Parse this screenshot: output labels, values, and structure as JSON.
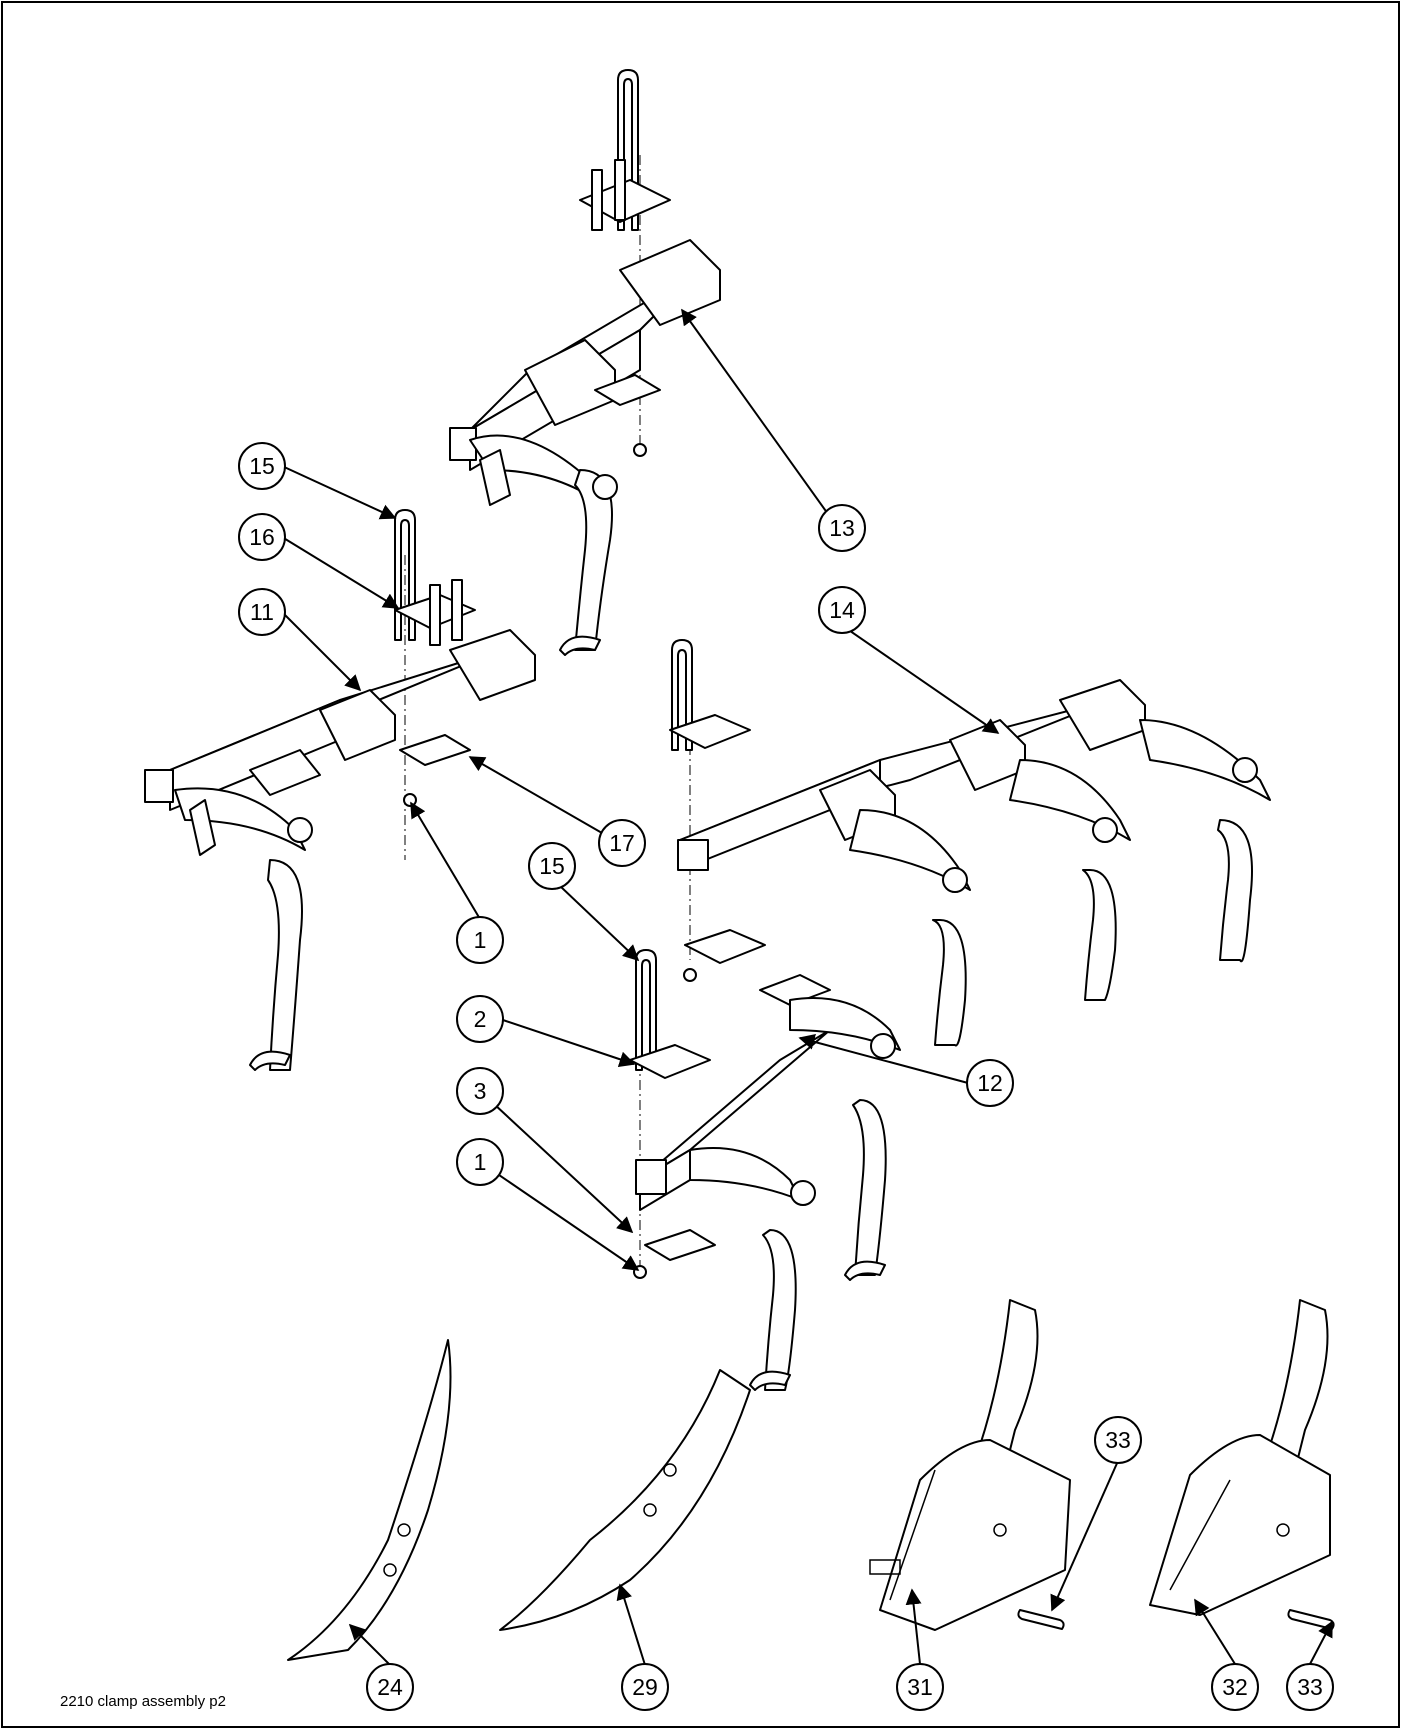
{
  "caption": "2210 clamp assembly p2",
  "callouts": [
    {
      "id": "c15a",
      "label": "15"
    },
    {
      "id": "c16",
      "label": "16"
    },
    {
      "id": "c11",
      "label": "11"
    },
    {
      "id": "c13",
      "label": "13"
    },
    {
      "id": "c14",
      "label": "14"
    },
    {
      "id": "c17",
      "label": "17"
    },
    {
      "id": "c1a",
      "label": "1"
    },
    {
      "id": "c15b",
      "label": "15"
    },
    {
      "id": "c2",
      "label": "2"
    },
    {
      "id": "c12",
      "label": "12"
    },
    {
      "id": "c3",
      "label": "3"
    },
    {
      "id": "c1b",
      "label": "1"
    },
    {
      "id": "c33a",
      "label": "33"
    },
    {
      "id": "c24",
      "label": "24"
    },
    {
      "id": "c29",
      "label": "29"
    },
    {
      "id": "c31",
      "label": "31"
    },
    {
      "id": "c32",
      "label": "32"
    },
    {
      "id": "c33b",
      "label": "33"
    }
  ]
}
